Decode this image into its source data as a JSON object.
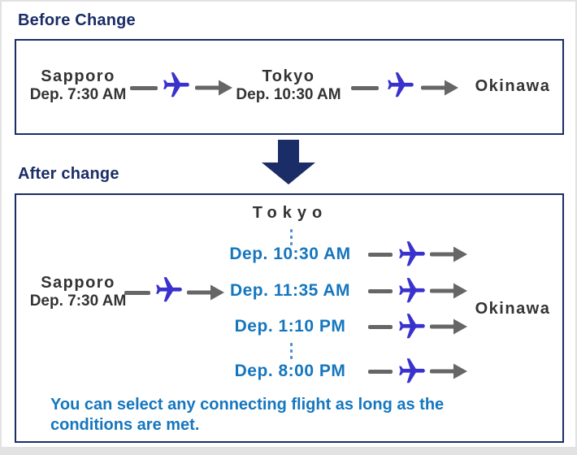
{
  "colors": {
    "navy": "#1a2d66",
    "time_blue": "#1576be",
    "plane_blue": "#3a32cd",
    "arrow_gray": "#666666",
    "text_dark": "#333333"
  },
  "icons": {
    "airplane": "airplane-icon (blue plane pointing right)",
    "arrow_right": "arrow-right-icon (gray line with triangle head)",
    "dash": "route-dash (short gray segment)",
    "big_down_arrow": "big-down-arrow-icon (navy block arrow)",
    "dotted_connector": "vertical blue dotted connector"
  },
  "before": {
    "title": "Before Change",
    "origin_city": "Sapporo",
    "origin_dep": "Dep. 7:30 AM",
    "via_city": "Tokyo",
    "via_dep": "Dep. 10:30 AM",
    "destination_city": "Okinawa"
  },
  "after": {
    "title": "After change",
    "origin_city": "Sapporo",
    "origin_dep": "Dep. 7:30 AM",
    "hub_city": "Tokyo",
    "options": [
      "Dep. 10:30 AM",
      "Dep. 11:35 AM",
      "Dep. 1:10 PM",
      "Dep. 8:00 PM"
    ],
    "destination_city": "Okinawa",
    "note_line1": "You can select any connecting flight as long as the",
    "note_line2": "conditions are met."
  }
}
